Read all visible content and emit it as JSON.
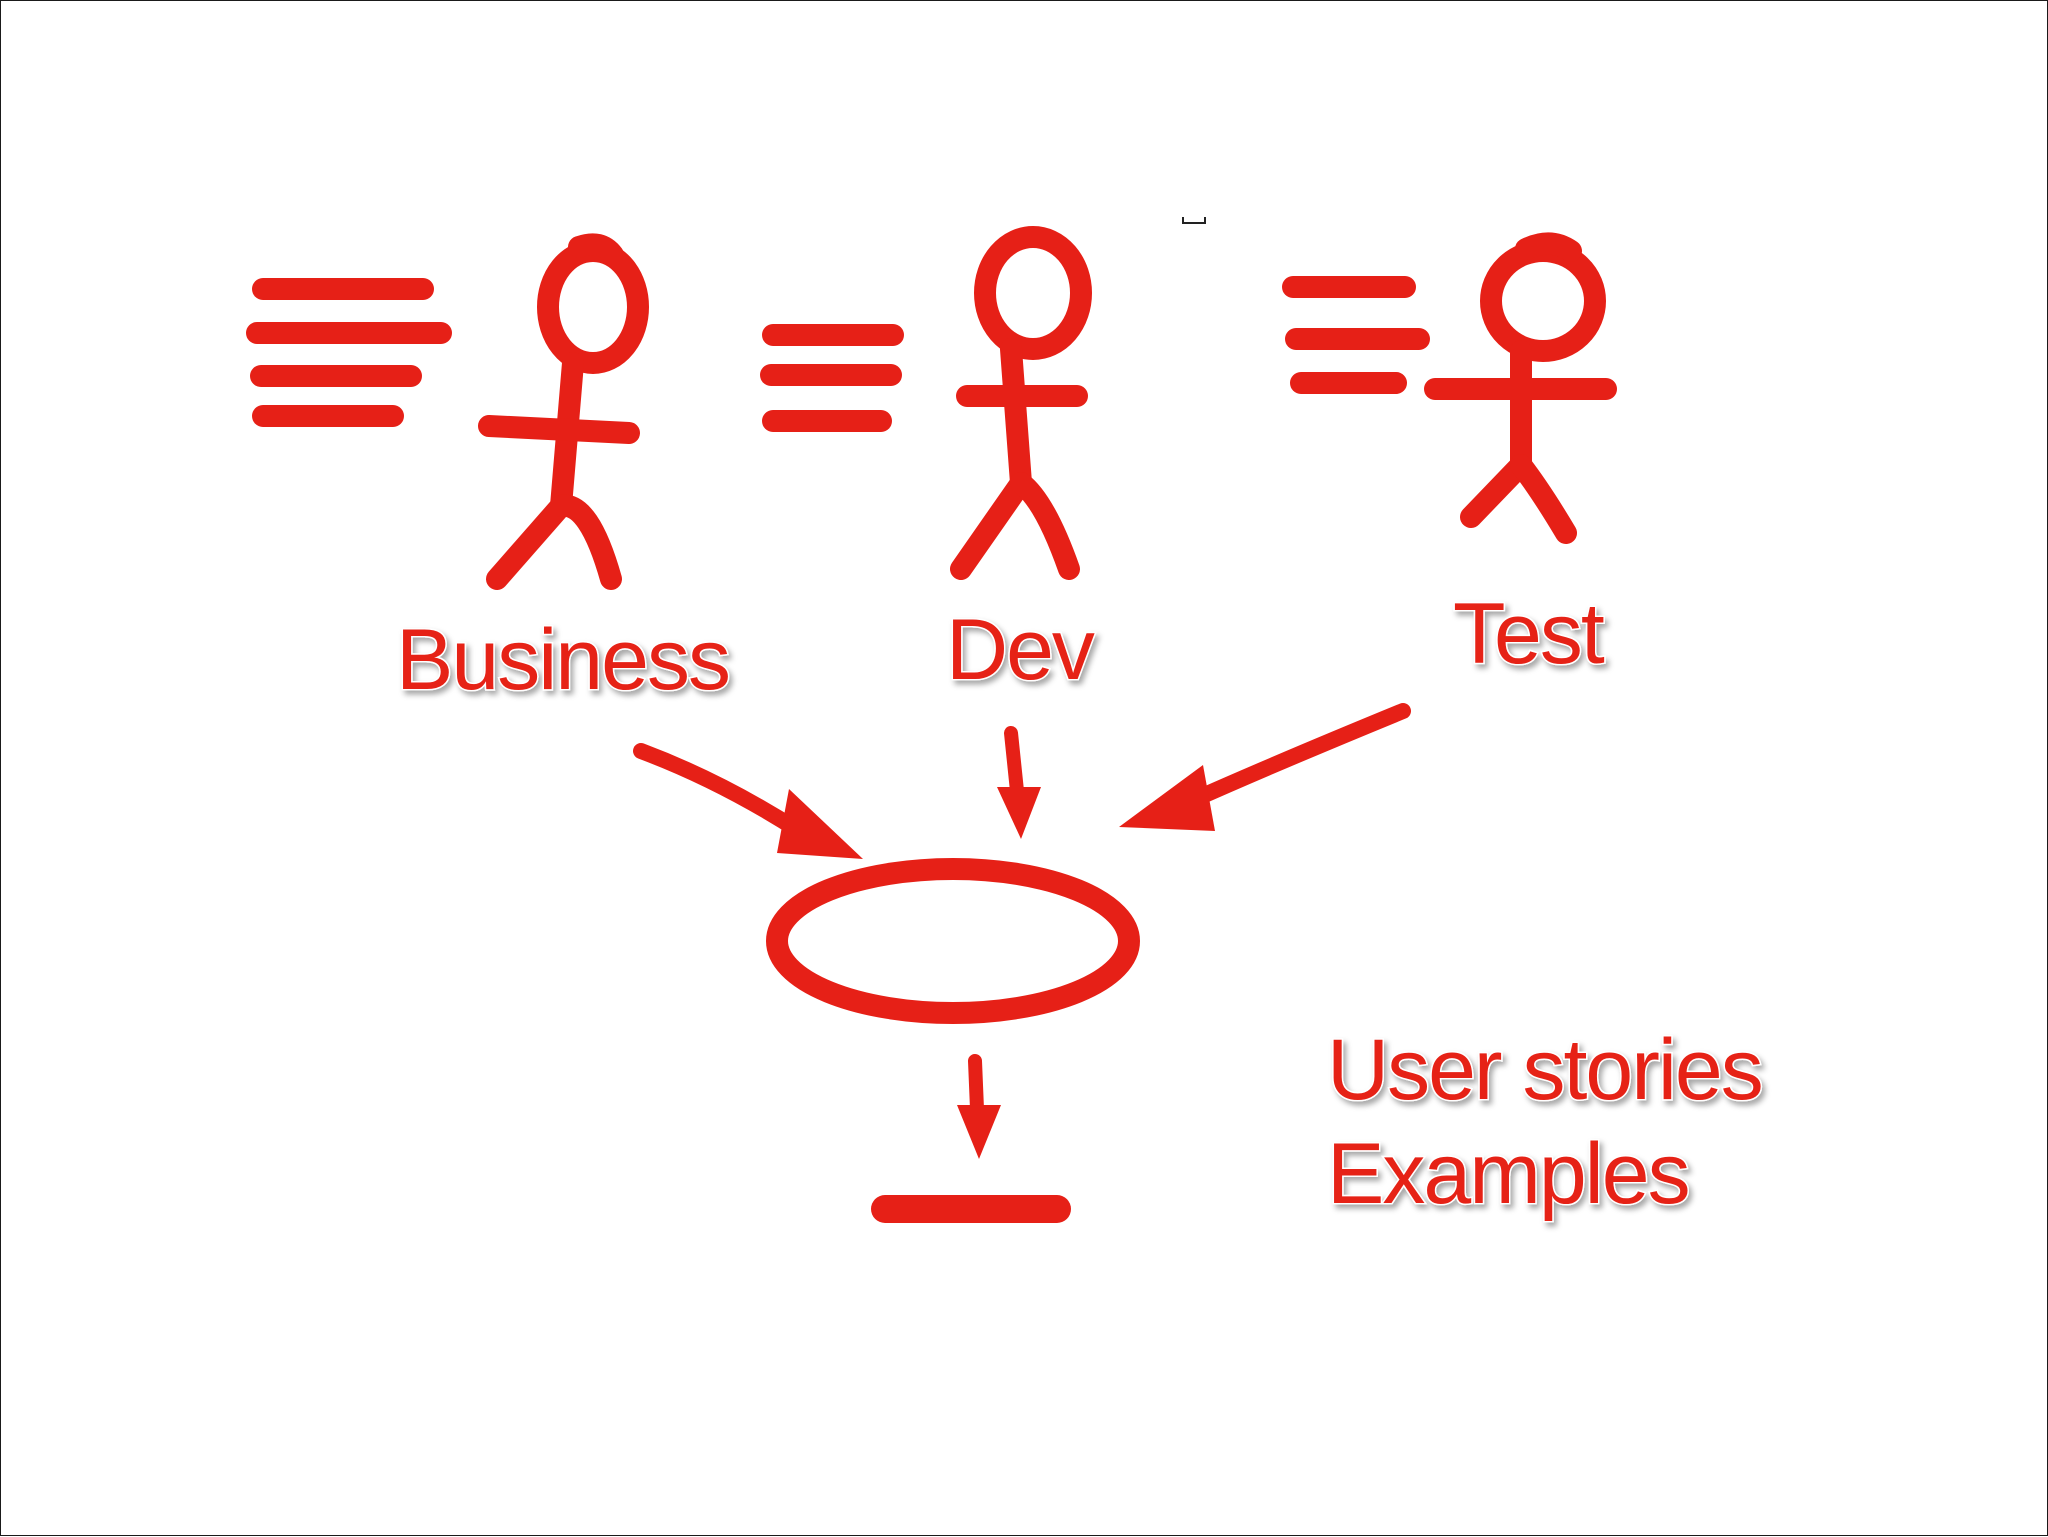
{
  "colors": {
    "ink": "#e62017",
    "background": "#ffffff",
    "frame": "#1a1a1a"
  },
  "roles": [
    {
      "label": "Business",
      "icon": "stick-figure-icon"
    },
    {
      "label": "Dev",
      "icon": "stick-figure-icon"
    },
    {
      "label": "Test",
      "icon": "stick-figure-icon"
    }
  ],
  "outcome": {
    "line1": "User stories",
    "line2": "Examples"
  }
}
